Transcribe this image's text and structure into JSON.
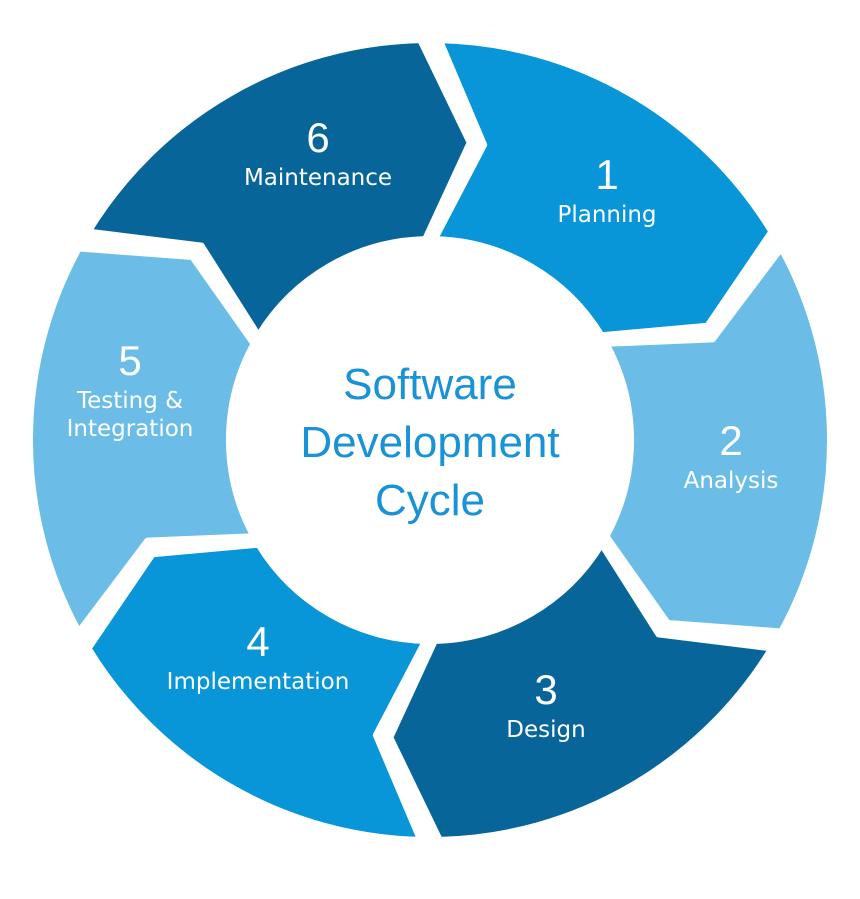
{
  "title": [
    "Software",
    "Development",
    "Cycle"
  ],
  "colors": {
    "dark": "#08659a",
    "mid": "#0896d8",
    "light": "#6bbde8",
    "title": "#1a92d6"
  },
  "stages": [
    {
      "number": "1",
      "label": [
        "Planning"
      ],
      "color": "#0896d8"
    },
    {
      "number": "2",
      "label": [
        "Analysis"
      ],
      "color": "#6bbde8"
    },
    {
      "number": "3",
      "label": [
        "Design"
      ],
      "color": "#08659a"
    },
    {
      "number": "4",
      "label": [
        "Implementation"
      ],
      "color": "#0896d8"
    },
    {
      "number": "5",
      "label": [
        "Testing &",
        "Integration"
      ],
      "color": "#6bbde8"
    },
    {
      "number": "6",
      "label": [
        "Maintenance"
      ],
      "color": "#08659a"
    }
  ]
}
